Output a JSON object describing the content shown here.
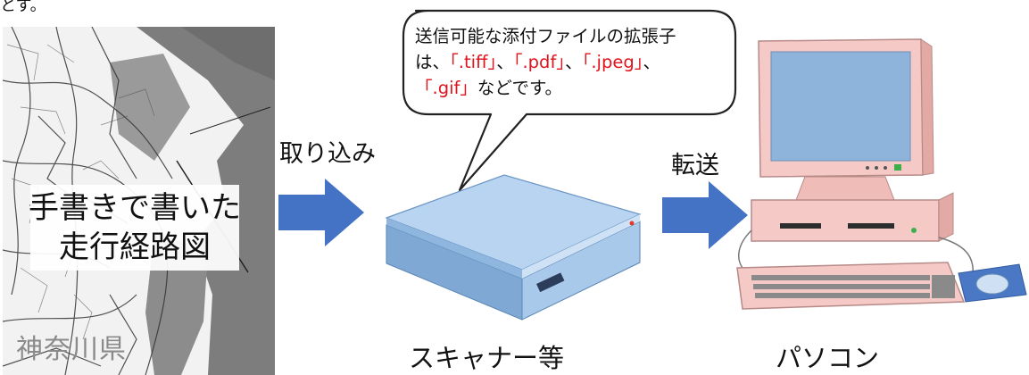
{
  "stray_text": "とす。",
  "map": {
    "label_line1": "手書きで書いた",
    "label_line2": "走行経路図",
    "place": "神奈川県"
  },
  "step1_label": "取り込み",
  "step2_label": "転送",
  "scanner_label": "スキャナー等",
  "pc_label": "パソコン",
  "bubble": {
    "line1": "送信可能な添付ファイルの拡張子",
    "line2_a": "は、",
    "tiff": "「.tiff」",
    "sep1": "、",
    "pdf": "「.pdf」",
    "sep2": "、",
    "jpeg": "「.jpeg」",
    "sep3": "、",
    "gif": "「.gif」",
    "line3_b": "などです。"
  },
  "colors": {
    "arrow": "#4472c4",
    "highlight_text": "#e0141c",
    "scanner_body": "#9cc3e6",
    "pc_body": "#f4c9c6"
  }
}
